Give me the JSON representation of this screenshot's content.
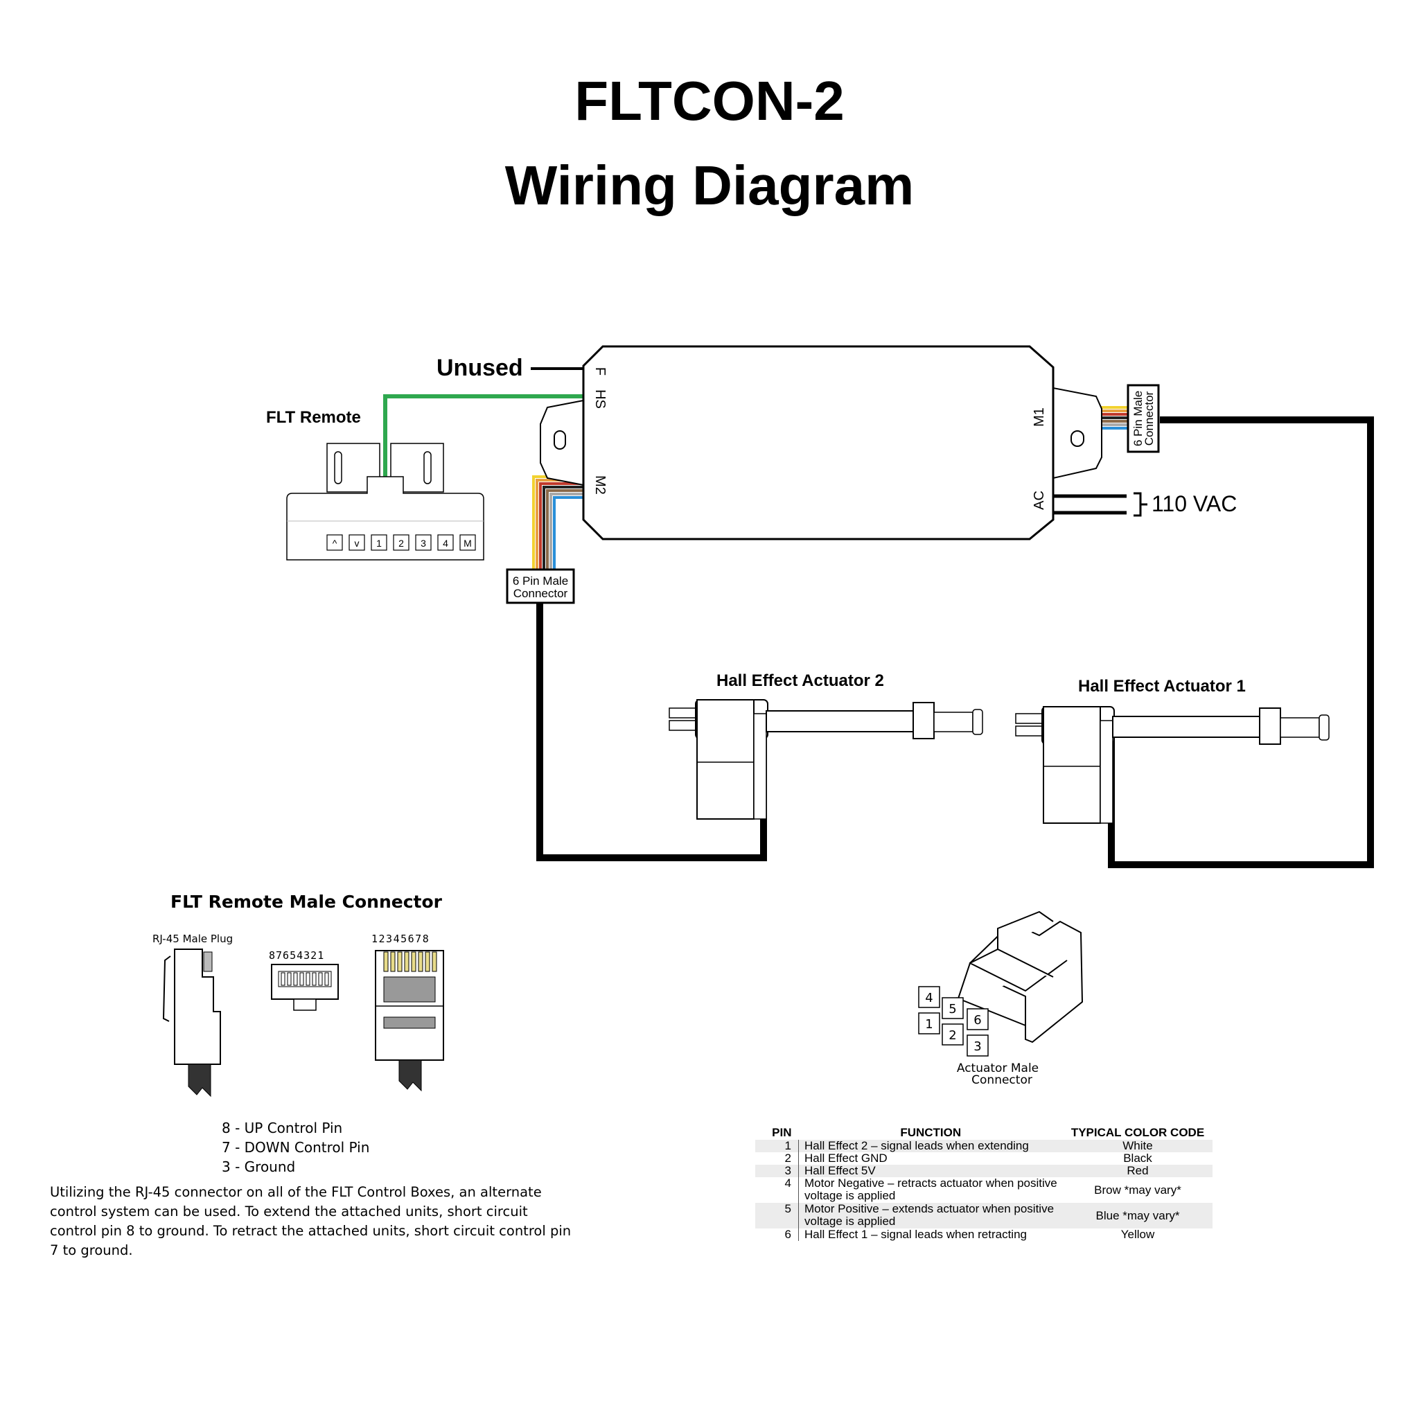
{
  "title": {
    "line1": "FLTCON-2",
    "line2": "Wiring Diagram"
  },
  "control_box": {
    "ports": {
      "f": "F",
      "hs": "HS",
      "m2": "M2",
      "m1": "M1",
      "ac": "AC"
    }
  },
  "labels": {
    "unused": "Unused",
    "flt_remote": "FLT Remote",
    "m1_connector": [
      "6 Pin Male",
      "Connector"
    ],
    "m2_connector": [
      "6 Pin Male",
      "Connector"
    ],
    "ac_power": "110 VAC",
    "actuator_2": "Hall Effect Actuator  2",
    "actuator_1": "Hall Effect Actuator 1"
  },
  "remote_buttons": [
    "^",
    "v",
    "1",
    "2",
    "3",
    "4",
    "M"
  ],
  "rj45": {
    "heading": "FLT Remote  Male Connector",
    "plug_label": "RJ-45 Male Plug",
    "pins_reverse": "87654321",
    "pins_forward": "12345678",
    "pin_notes": [
      "8 - UP Control Pin",
      "7 - DOWN Control Pin",
      "3 - Ground"
    ],
    "description": "Utilizing the RJ-45 connector on all of the FLT Control Boxes, an alternate control system can be used. To extend the attached units, short circuit control pin 8 to ground. To retract the attached units, short circuit control pin 7 to ground."
  },
  "actuator_connector": {
    "label": [
      "Actuator Male",
      "Connector"
    ],
    "pin_numbers": [
      "4",
      "5",
      "6",
      "1",
      "2",
      "3"
    ]
  },
  "pin_table": {
    "headers": [
      "PIN",
      "FUNCTION",
      "TYPICAL COLOR CODE"
    ],
    "rows": [
      {
        "pin": "1",
        "function": "Hall Effect 2 – signal leads when extending",
        "color": "White"
      },
      {
        "pin": "2",
        "function": "Hall Effect GND",
        "color": "Black"
      },
      {
        "pin": "3",
        "function": "Hall Effect 5V",
        "color": "Red"
      },
      {
        "pin": "4",
        "function": "Motor Negative – retracts actuator when positive voltage is applied",
        "color": "Brow  *may vary*"
      },
      {
        "pin": "5",
        "function": "Motor Positive – extends actuator when positive voltage is applied",
        "color": "Blue  *may vary*"
      },
      {
        "pin": "6",
        "function": "Hall Effect 1 – signal leads when retracting",
        "color": "Yellow"
      }
    ]
  },
  "colors": {
    "hs_wire": "#2fa84f",
    "bundle": [
      "#f2d230",
      "#e8a040",
      "#c0392b",
      "#222222",
      "#8a6a4a",
      "#aaaaaa",
      "#2a8fd8"
    ]
  }
}
